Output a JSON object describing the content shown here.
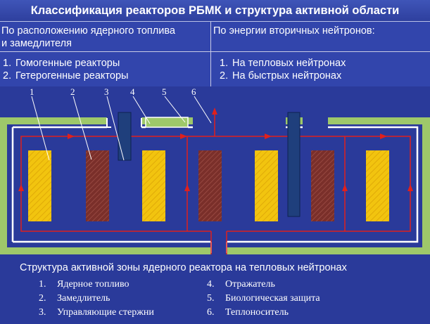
{
  "title": "Классификация реакторов РБМК и структура активной области",
  "table": {
    "left_header": [
      "По расположению ядерного топлива",
      "и замедлителя"
    ],
    "right_header": "По энергии вторичных нейтронов:",
    "left_items": [
      {
        "num": "1.",
        "text": "Гомогенные реакторы"
      },
      {
        "num": "2.",
        "text": "Гетерогенные реакторы"
      }
    ],
    "right_items": [
      {
        "num": "1.",
        "text": "На тепловых нейтронах"
      },
      {
        "num": "2.",
        "text": "На быстрых нейтронах"
      }
    ]
  },
  "diagram": {
    "labels": [
      "1",
      "2",
      "3",
      "4",
      "5",
      "6"
    ],
    "colors": {
      "background": "#2a3a9a",
      "reflector": "#9ec86a",
      "fuel": "#f2c40f",
      "moderator": "#7a2f2a",
      "control_rod": "#1f3f7c",
      "coolant": "#e0201c"
    }
  },
  "legend": {
    "title": "Структура активной зоны ядерного реактора на тепловых нейтронах",
    "items": [
      {
        "num": "1.",
        "text": "Ядерное топливо"
      },
      {
        "num": "2.",
        "text": "Замедлитель"
      },
      {
        "num": "3.",
        "text": "Управляющие стержни"
      },
      {
        "num": "4.",
        "text": "Отражатель"
      },
      {
        "num": "5.",
        "text": "Биологическая защита"
      },
      {
        "num": "6.",
        "text": "Теплоноситель"
      }
    ]
  }
}
